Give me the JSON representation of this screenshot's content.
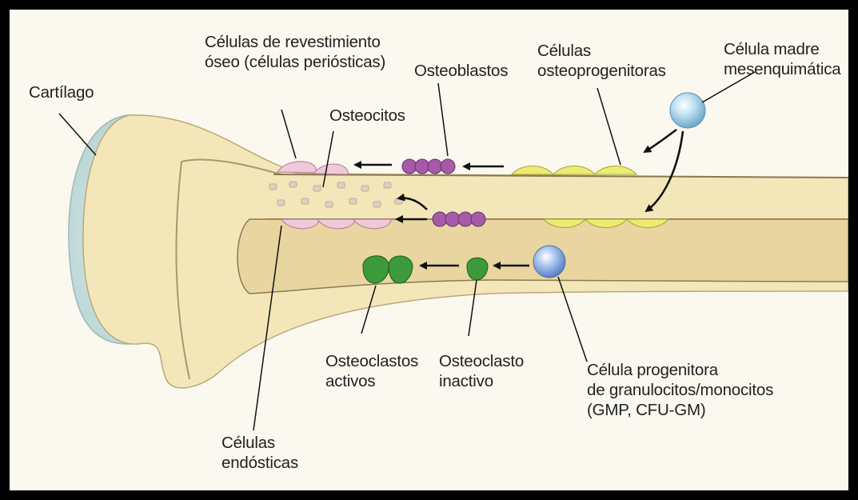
{
  "labels": {
    "cartilago": "Cartílago",
    "revestimiento": "Células de revestimiento\nóseo (células periósticas)",
    "osteocitos": "Osteocitos",
    "osteoblastos": "Osteoblastos",
    "osteoprogenitoras": "Células\nosteoprogenitoras",
    "madre": "Célula madre\nmesenquimática",
    "endosticas": "Células\nendósticas",
    "osteoclastos_activos": "Osteoclastos\nactivos",
    "osteoclasto_inactivo": "Osteoclasto\ninactivo",
    "gmp": "Célula progenitora\nde granulocitos/monocitos\n(GMP, CFU-GM)"
  },
  "colors": {
    "frame_border": "#000000",
    "background": "#fbf8ef",
    "cartilage": "#cfe3e1",
    "bone": "#f3e7b9",
    "marrow": "#e9d7a4",
    "lining_cell": "#efc9da",
    "osteoblast": "#a65aa8",
    "osteoprogenitor": "#ecec72",
    "osteoclast": "#3d9a3a",
    "msc": "#a9d3ea",
    "gmp": "#8fb0e0"
  }
}
